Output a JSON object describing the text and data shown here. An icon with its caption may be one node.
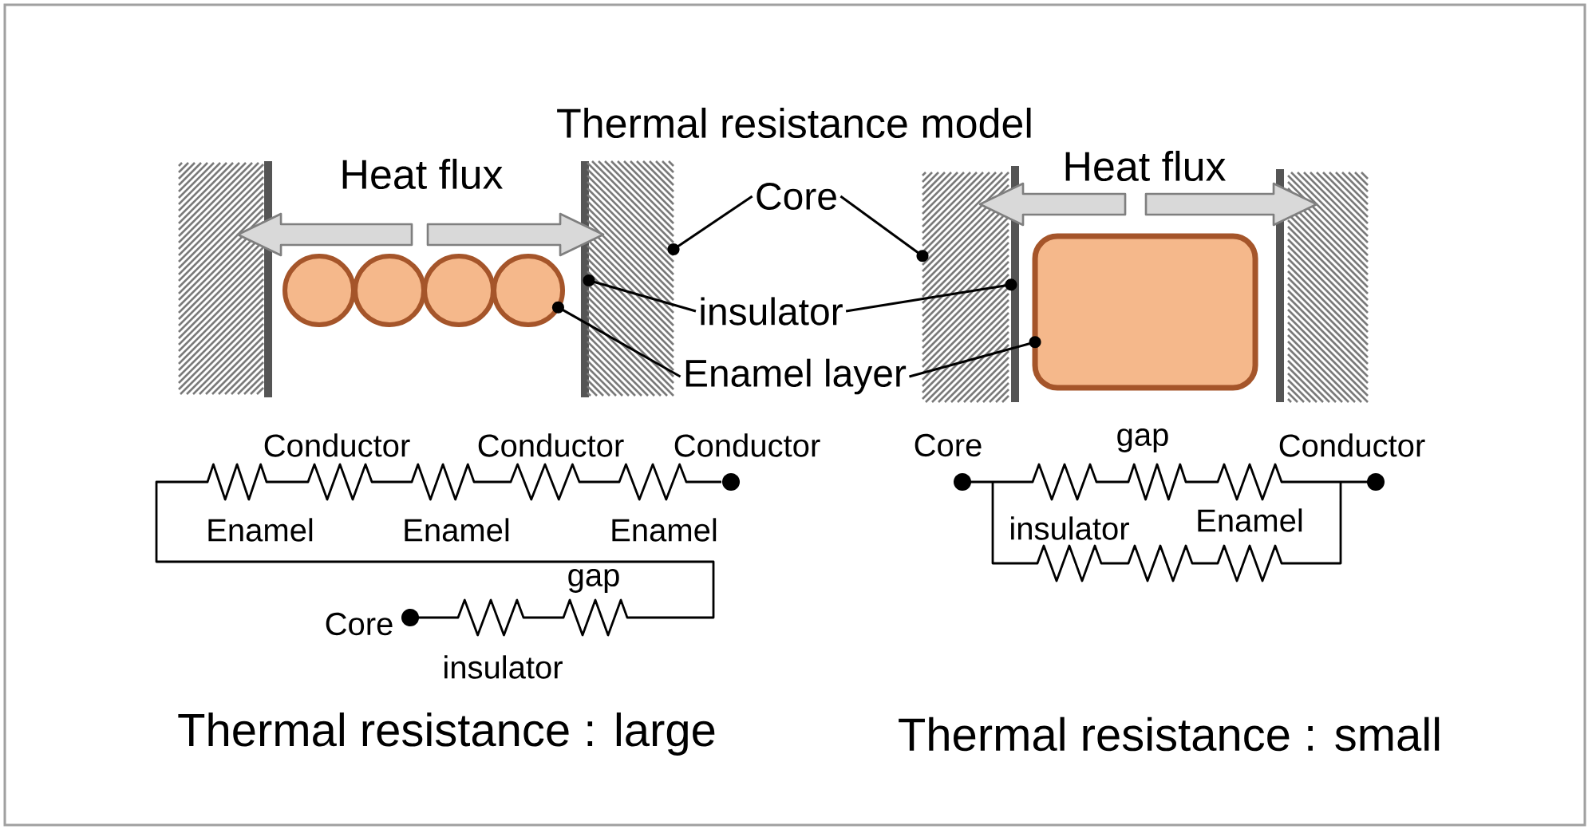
{
  "diagram": {
    "title": "Thermal resistance model",
    "nodes": [
      {
        "text": [
          "Core"
        ]
      },
      {
        "text": [
          "insulator"
        ]
      },
      {
        "text": [
          "Enamel layer"
        ]
      },
      {
        "text": [],
        "shape": "box"
      },
      {
        "text": [],
        "shape": "bar"
      },
      {
        "text": [],
        "shape": "circle"
      },
      {
        "text": [],
        "shape": "circle"
      },
      {
        "text": [],
        "shape": "circle"
      },
      {
        "text": [],
        "shape": "circle"
      },
      {
        "text": [],
        "shape": "bar"
      },
      {
        "text": [],
        "shape": "box"
      },
      {
        "text": [],
        "shape": "box"
      },
      {
        "text": [],
        "shape": "bar"
      },
      {
        "text": [],
        "shape": "box"
      },
      {
        "text": [],
        "shape": "bar"
      },
      {
        "text": [],
        "shape": "box"
      }
    ],
    "edges": [
      {
        "from": 0,
        "to": 10,
        "arrow": "other"
      },
      {
        "from": 0,
        "to": 11,
        "arrow": "other"
      },
      {
        "from": 1,
        "to": 9,
        "arrow": "other"
      },
      {
        "from": 1,
        "to": 12,
        "arrow": "other"
      },
      {
        "from": 2,
        "to": 8,
        "arrow": "other"
      },
      {
        "from": 2,
        "to": 13,
        "arrow": "other"
      },
      {
        "from": null,
        "to": 3,
        "arrow": "to",
        "style": "thick",
        "color": "#d9d9d9"
      },
      {
        "from": null,
        "to": 10,
        "arrow": "to",
        "style": "thick",
        "color": "#d9d9d9"
      },
      {
        "from": null,
        "to": 11,
        "arrow": "to",
        "style": "thick",
        "color": "#d9d9d9"
      },
      {
        "from": null,
        "to": 15,
        "arrow": "to",
        "style": "thick",
        "color": "#d9d9d9"
      }
    ],
    "labels": [
      "Heat flux",
      "Heat flux",
      "Conductor",
      "Conductor",
      "Conductor",
      "Core",
      "gap",
      "Conductor",
      "Enamel",
      "Enamel",
      "Enamel",
      "insulator",
      "Enamel",
      "gap",
      "Core",
      "insulator",
      "Thermal resistance : large",
      "Thermal resistance : small"
    ]
  }
}
